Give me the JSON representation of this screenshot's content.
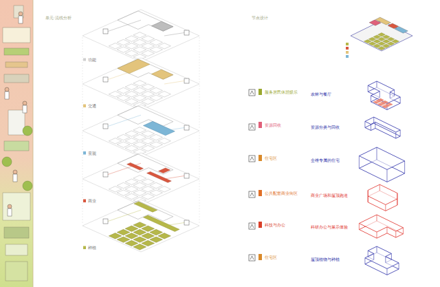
{
  "diagram": {
    "labels": [
      "单元·流线分析",
      "节点设计",
      "功能",
      "交通",
      "景观",
      "商业",
      "种植",
      "农林与餐厅",
      "资源分类与回收",
      "全维专属的住宅",
      "商业广场和屋顶跑道",
      "科研办公与展示体验",
      "屋顶植物与种植"
    ],
    "legend": [
      {
        "text": "服务居民休憩娱乐",
        "color": "#9aa82e"
      },
      {
        "text": "资源回收",
        "color": "#e0607a"
      },
      {
        "text": "住宅区",
        "color": "#d98a2b"
      },
      {
        "text": "公共配套商业街区",
        "color": "#e07028"
      },
      {
        "text": "科技与办公",
        "color": "#d9402a"
      },
      {
        "text": "住宅区",
        "color": "#d98a2b"
      }
    ]
  }
}
